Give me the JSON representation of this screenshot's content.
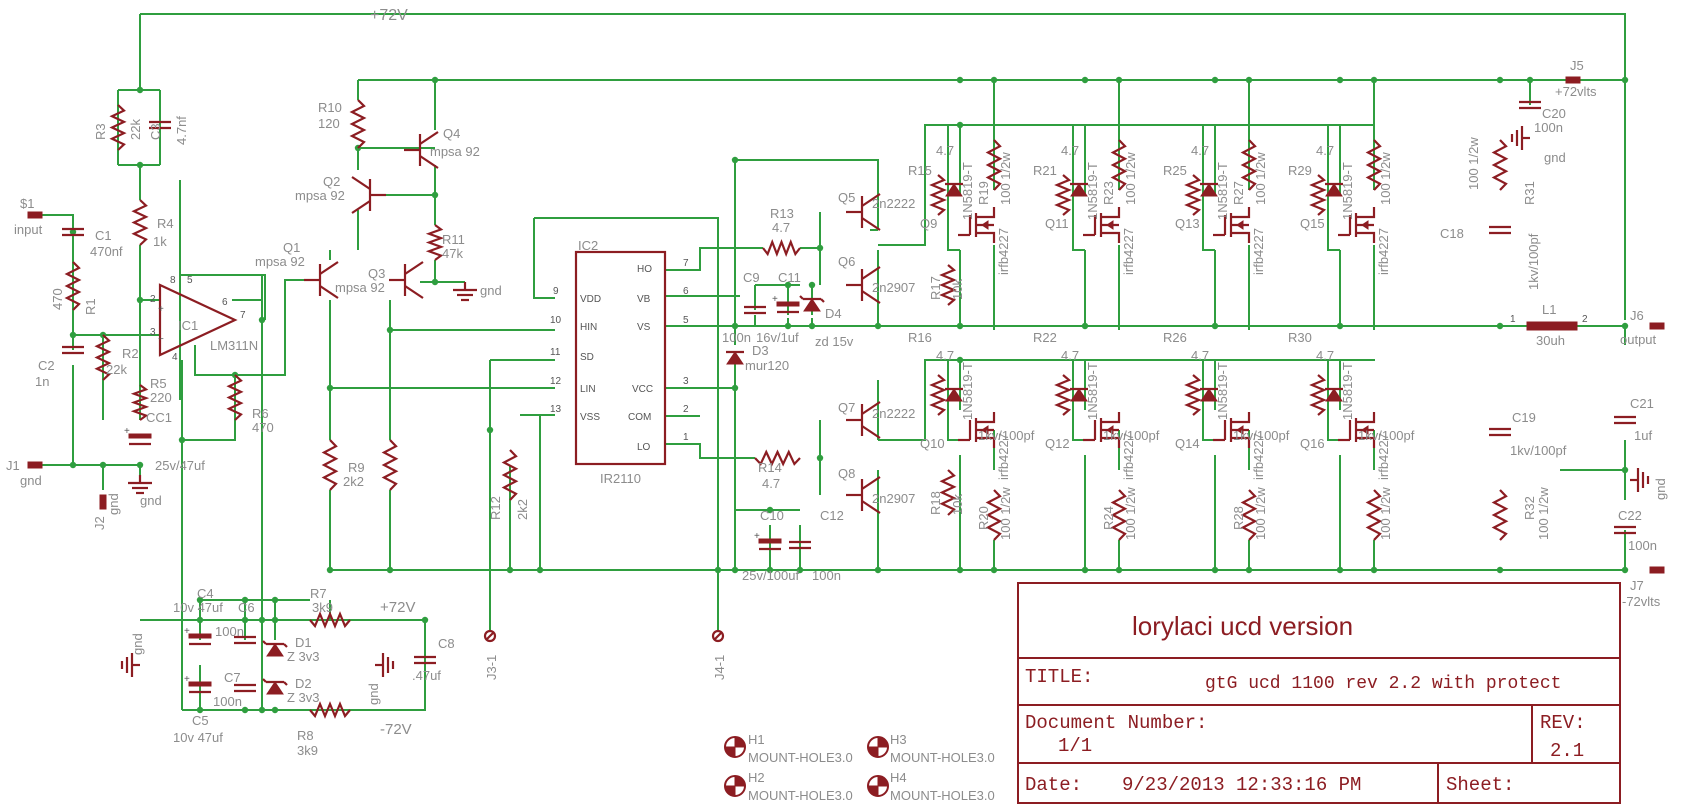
{
  "rails": {
    "top": "+72V"
  },
  "labels": {
    "R1": "R1",
    "R1v": "470",
    "R2": "R2",
    "R2v": "22k",
    "R3": "R3",
    "R3v": "22k",
    "R4": "R4",
    "R4v": "1k",
    "R5": "R5",
    "R5v": "220",
    "R6": "R6",
    "R6v": "470",
    "R7": "R7",
    "R7v": "3k9",
    "R8": "R8",
    "R8v": "3k9",
    "R9": "R9",
    "R9v": "2k2",
    "R10": "R10",
    "R10v": "120",
    "R11": "R11",
    "R11v": "47k",
    "R12": "R12",
    "R12v": "2k2",
    "R13": "R13",
    "R13v": "4.7",
    "R14": "R14",
    "R14v": "4.7",
    "C1": "C1",
    "C1v": "470nf",
    "C2": "C2",
    "C2v": "1n",
    "C3": "C3",
    "C3v": "4.7nf",
    "CC1": "CC1",
    "CC1v": "25v/47uf",
    "C4": "C4",
    "C4v": "10v 47uf",
    "C5": "C5",
    "C5v": "10v 47uf",
    "C6": "C6",
    "C6v": "100n",
    "C7": "C7",
    "C7v": "100n",
    "C8": "C8",
    "C8v": ".47uf",
    "C9": "C9",
    "C9v": "100n",
    "C10": "C10",
    "C10v": "25v/100uf",
    "C11": "C11",
    "C11v": "16v/1uf",
    "C12": "C12",
    "C12v": "100n",
    "C18": "C18",
    "C19": "C19",
    "C20": "C20",
    "C20v": "100n",
    "C21": "C21",
    "C21v": "1uf",
    "C22": "C22",
    "C22v": "100n",
    "Q1": "Q1",
    "Q1v": "mpsa 92",
    "Q2": "Q2",
    "Q2v": "mpsa 92",
    "Q3": "Q3",
    "Q3v": "mpsa 92",
    "Q4": "Q4",
    "Q4v": "mpsa 92",
    "Q5": "Q5",
    "Q5v": "2n2222",
    "Q6": "Q6",
    "Q6v": "2n2907",
    "Q7": "Q7",
    "Q7v": "2n2222",
    "Q8": "Q8",
    "Q8v": "2n2907",
    "IC1": "IC1",
    "IC1v": "LM311N",
    "IC2": "IC2",
    "IC2v": "IR2110",
    "D1": "D1",
    "D1v": "Z 3v3",
    "D2": "D2",
    "D2v": "Z 3v3",
    "D3": "D3",
    "D3v": "mur120",
    "D4": "D4",
    "D4v": "zd 15v",
    "L1": "L1",
    "L1v": "30uh",
    "S1": "$1",
    "S1v": "input",
    "J1": "J1",
    "J1v": "gnd",
    "J2": "J2",
    "J2v": "gnd",
    "J3": "J3-1",
    "J4": "J4-1",
    "J5": "J5",
    "J5v": "+72vlts",
    "J6": "J6",
    "J6v": "output",
    "J7": "J7",
    "J7v": "-72vlts",
    "gnd": "gnd",
    "p72": "+72V",
    "m72": "-72V",
    "R15": "R15",
    "R16": "R16",
    "R17": "R17",
    "R18": "R18",
    "R19": "R19",
    "R20": "R20",
    "R21": "R21",
    "R22": "R22",
    "R23": "R23",
    "R24": "R24",
    "R25": "R25",
    "R26": "R26",
    "R27": "R27",
    "R28": "R28",
    "R29": "R29",
    "R30": "R30",
    "R31": "R31",
    "R32": "R32",
    "v47": "4.7",
    "v10k": "10k",
    "v100w": "100 1/2w",
    "vdiode": "1N5819-T",
    "vfet": "irfb4227",
    "vsnub": "1kv/100pf",
    "Q9": "Q9",
    "Q10": "Q10",
    "Q11": "Q11",
    "Q12": "Q12",
    "Q13": "Q13",
    "Q14": "Q14",
    "Q15": "Q15",
    "Q16": "Q16",
    "H1": "H1",
    "H2": "H2",
    "H3": "H3",
    "H4": "H4",
    "hole": "MOUNT-HOLE3.0"
  },
  "ic2_pins": {
    "HO": "HO",
    "VDD": "VDD",
    "VB": "VB",
    "HIN": "HIN",
    "VS": "VS",
    "SD": "SD",
    "LIN": "LIN",
    "VCC": "VCC",
    "VSS": "VSS",
    "COM": "COM",
    "LO": "LO"
  },
  "title_block": {
    "heading": "lorylaci ucd version",
    "title_label": "TITLE:",
    "title_value": "gtG ucd 1100 rev 2.2 with protect",
    "doc_label": "Document Number:",
    "doc_value": "1/1",
    "rev_label": "REV:",
    "rev_value": "2.1",
    "date_label": "Date:",
    "date_value": "9/23/2013 12:33:16 PM",
    "sheet_label": "Sheet:"
  }
}
